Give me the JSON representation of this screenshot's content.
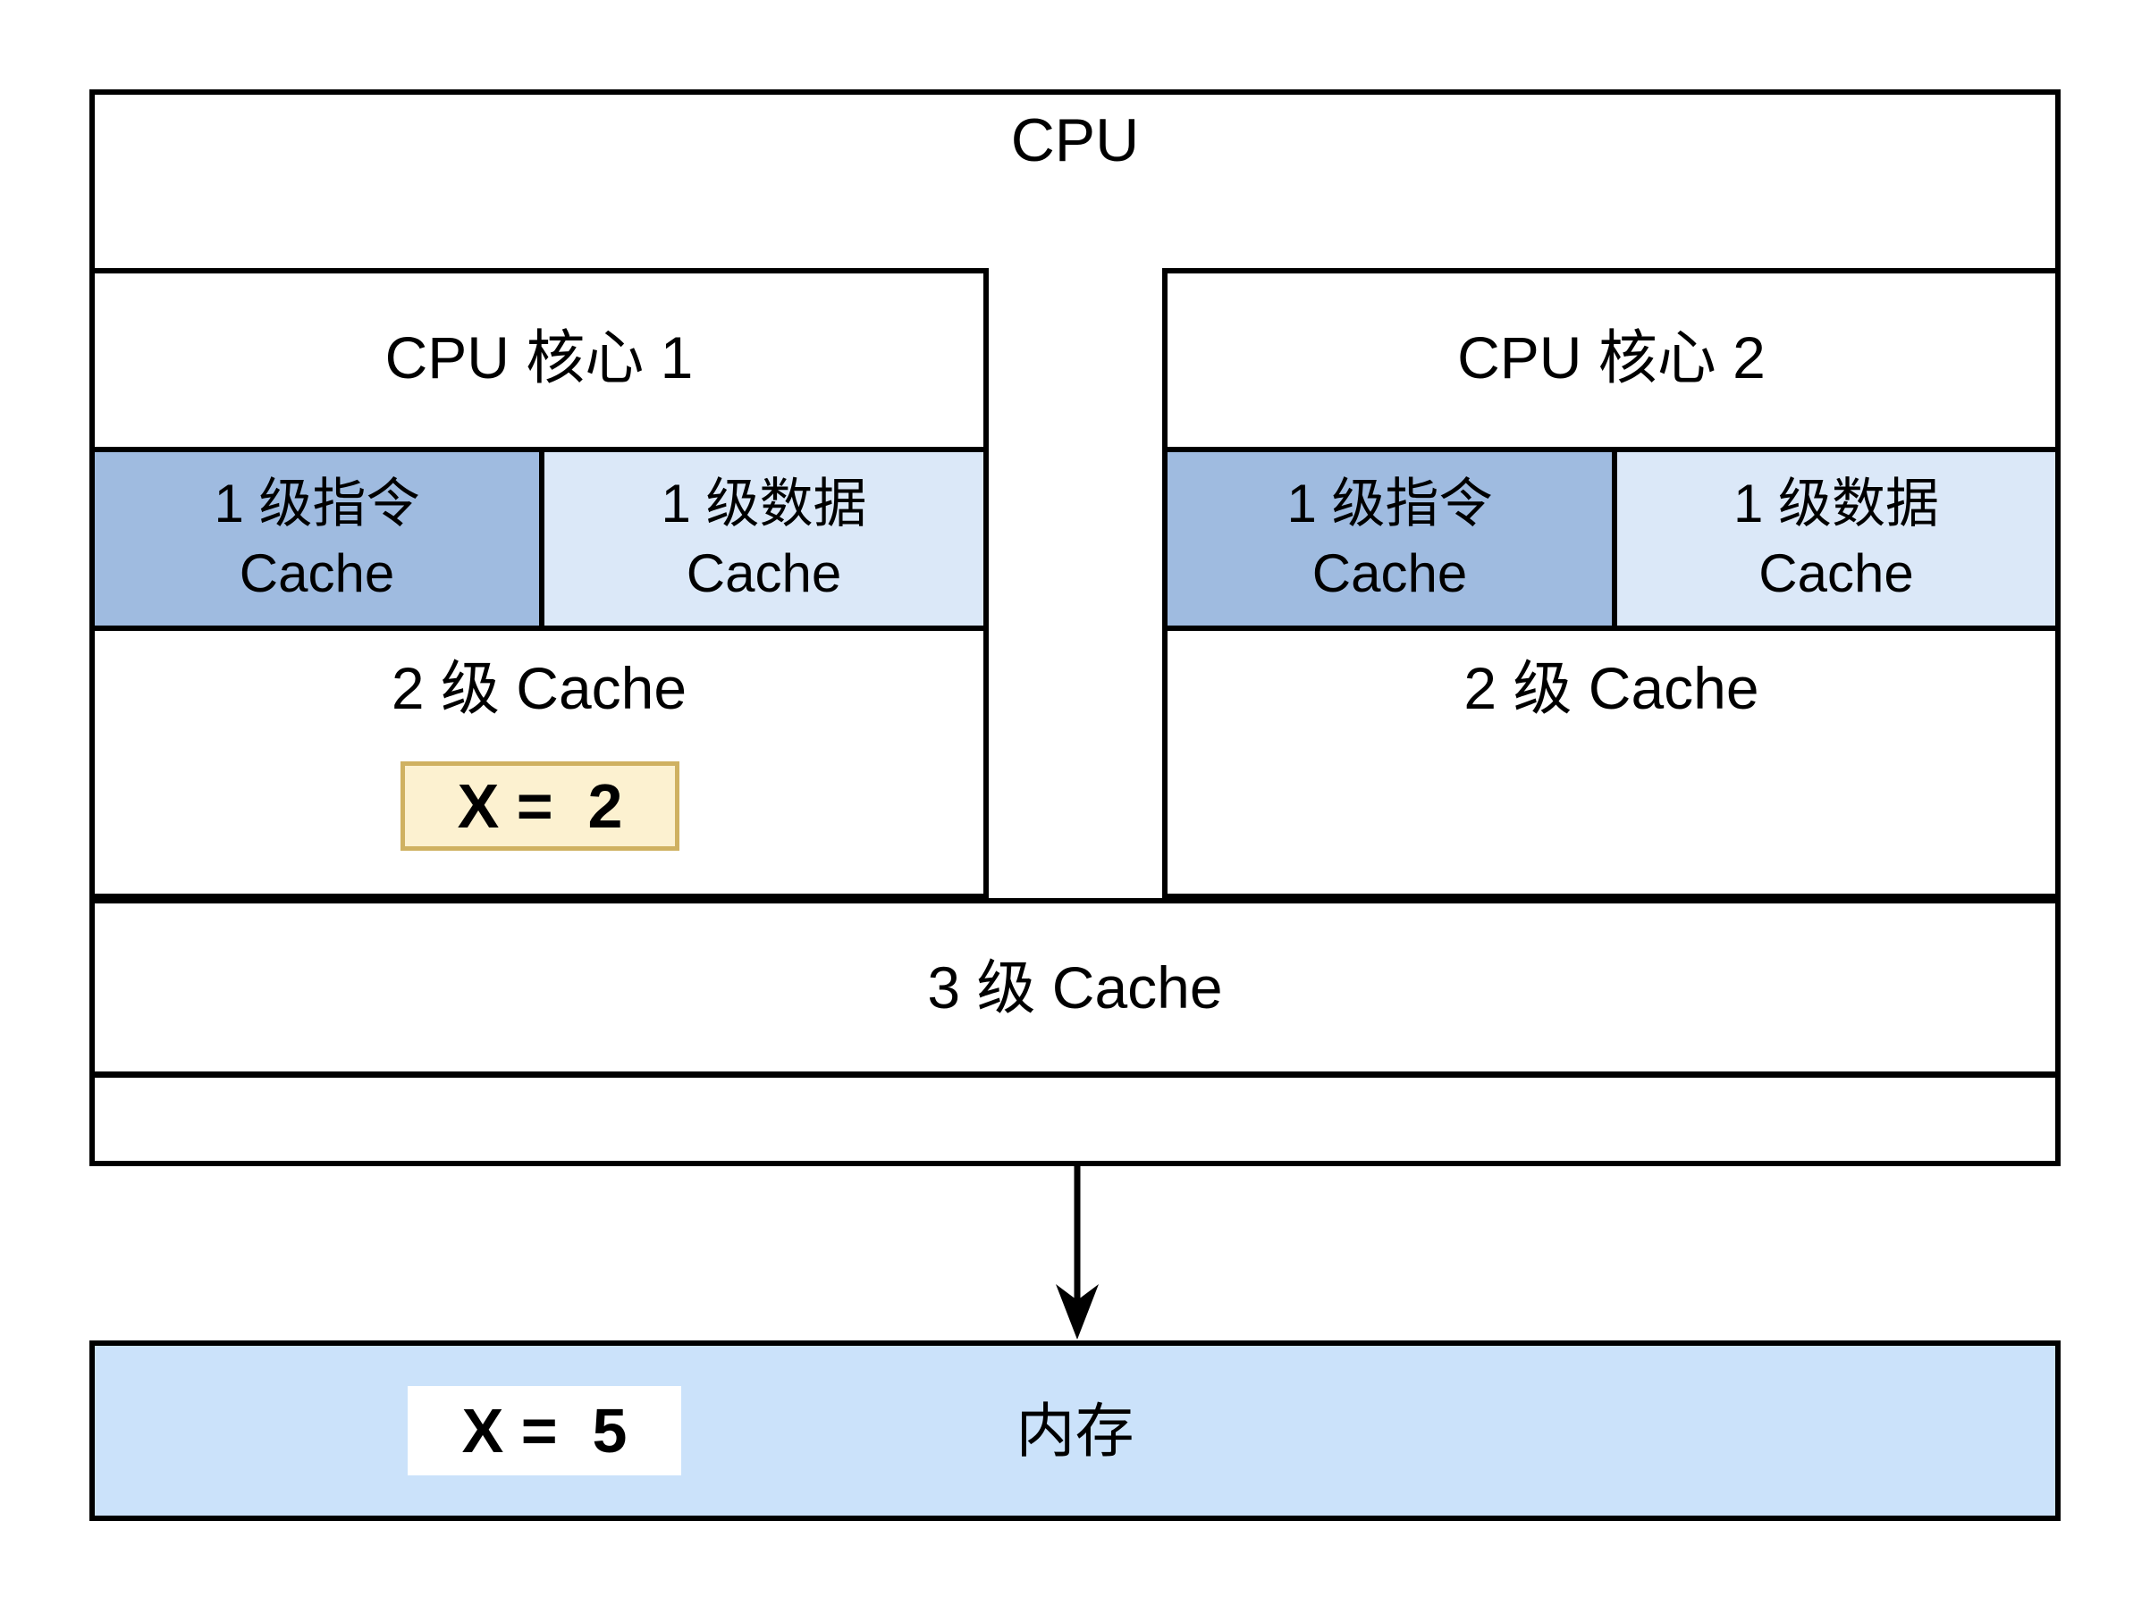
{
  "cpu": {
    "title": "CPU",
    "cores": [
      {
        "title": "CPU 核心 1",
        "l1_instruction": {
          "line1": "1 级指令",
          "line2": "Cache"
        },
        "l1_data": {
          "line1": "1 级数据",
          "line2": "Cache"
        },
        "l2_label": "2 级 Cache",
        "l2_value": "X =  2"
      },
      {
        "title": "CPU 核心 2",
        "l1_instruction": {
          "line1": "1 级指令",
          "line2": "Cache"
        },
        "l1_data": {
          "line1": "1 级数据",
          "line2": "Cache"
        },
        "l2_label": "2 级 Cache"
      }
    ],
    "l3_label": "3 级 Cache"
  },
  "memory": {
    "label": "内存",
    "value": "X =  5"
  },
  "colors": {
    "border": "#000000",
    "l1_instruction_fill": "#9fbbe0",
    "l1_data_fill": "#dbe8f8",
    "memory_fill": "#cbe2fa",
    "highlight_fill": "#fcf1d0",
    "highlight_border": "#cfb161",
    "plain_value_fill": "#ffffff"
  }
}
